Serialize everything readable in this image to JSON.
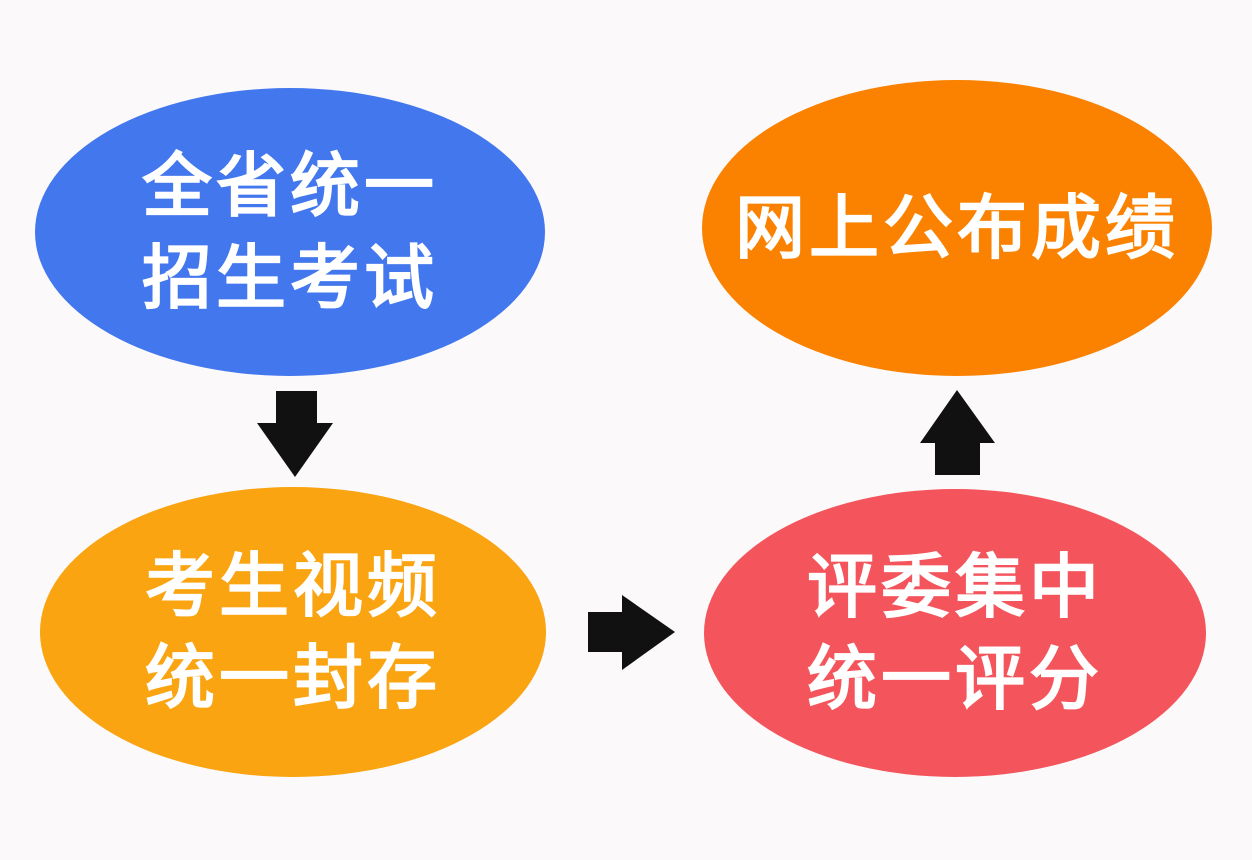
{
  "colors": {
    "background": "#FBF9FA",
    "node_exam": "#4377EE",
    "node_publish": "#FA8200",
    "node_video": "#F9A410",
    "node_scoring": "#F4555C",
    "arrow": "#111111",
    "text": "#FFFFFF"
  },
  "flowchart": {
    "nodes": {
      "exam": {
        "line1": "全省统一",
        "line2": "招生考试",
        "color": "#4377EE"
      },
      "publish": {
        "line1": "网上公布成绩",
        "color": "#FA8200"
      },
      "video": {
        "line1": "考生视频",
        "line2": "统一封存",
        "color": "#F9A410"
      },
      "scoring": {
        "line1": "评委集中",
        "line2": "统一评分",
        "color": "#F4555C"
      }
    },
    "arrows": [
      {
        "name": "arrow-exam-to-video",
        "direction": "down"
      },
      {
        "name": "arrow-video-to-scoring",
        "direction": "right"
      },
      {
        "name": "arrow-scoring-to-publish",
        "direction": "up"
      }
    ]
  }
}
